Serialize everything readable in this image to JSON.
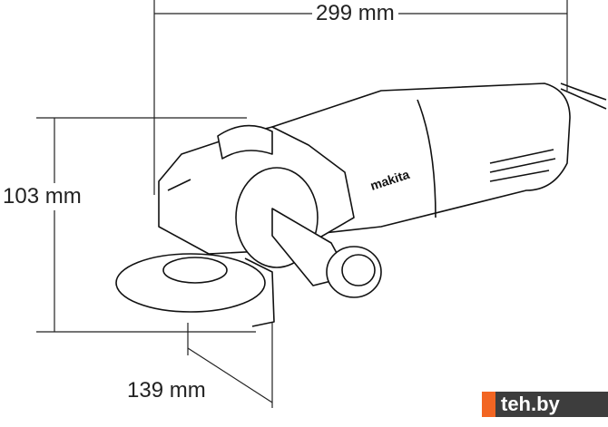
{
  "dimensions": {
    "length": "299 mm",
    "height": "103 mm",
    "width": "139 mm"
  },
  "brand_label": "makita",
  "watermark": {
    "text": "teh.by",
    "accent_color": "#f26522",
    "bar_color": "#3d3d3d"
  }
}
